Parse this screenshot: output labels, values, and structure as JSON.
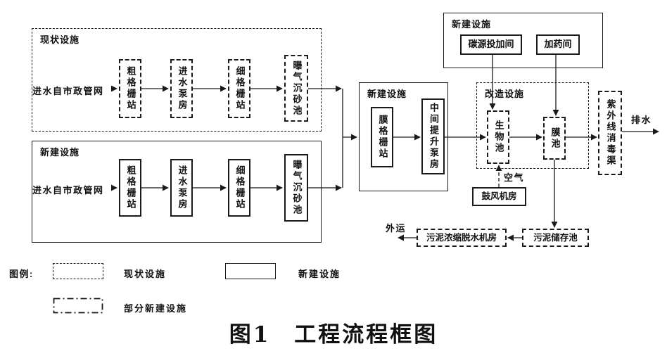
{
  "figure": {
    "title": "图1　工程流程框图"
  },
  "diagram": {
    "existing_line": {
      "label": "现状设施",
      "inflow": "进水自市政管网",
      "boxes": [
        "粗格栅站",
        "进水泵房",
        "细格栅站",
        "曝气沉砂池"
      ]
    },
    "new_line": {
      "label": "新建设施",
      "inflow": "进水自市政管网",
      "boxes": [
        "粗格栅站",
        "进水泵房",
        "细格栅站",
        "曝气沉砂池"
      ]
    },
    "new_center": {
      "label": "新建设施",
      "boxes": [
        "膜格栅站",
        "中间提升泵房"
      ]
    },
    "new_dosing": {
      "label": "新建设施",
      "boxes": [
        "碳源投加间",
        "加药间"
      ]
    },
    "renovated": {
      "label": "改造设施",
      "boxes": [
        "生物池",
        "膜池"
      ]
    },
    "air_label": "空气",
    "blower_room": "鼓风机房",
    "uv_channel": "紫外线消毒渠",
    "drain_label": "排水",
    "sludge_storage": "污泥储存池",
    "sludge_dewatering": "污泥浓缩脱水机房",
    "outward_label": "外运"
  },
  "legend": {
    "title": "图例:",
    "items": [
      {
        "style": "dashed",
        "label": "现状设施"
      },
      {
        "style": "solid",
        "label": "新建设施"
      },
      {
        "style": "dashdot",
        "label": "部分新建设施"
      }
    ]
  },
  "colors": {
    "line": "#1a1a1a",
    "background": "#ffffff"
  }
}
